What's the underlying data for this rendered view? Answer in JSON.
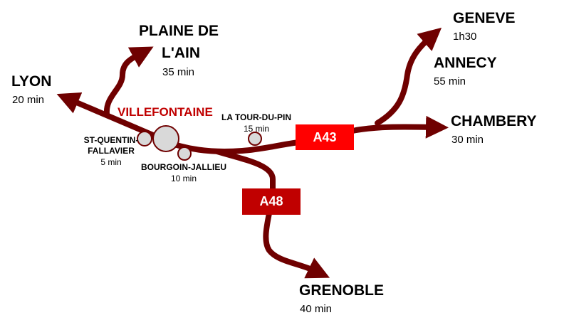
{
  "colors": {
    "road": "#6f0000",
    "a43": "#ff0000",
    "a48": "#c00000",
    "town": "#d9d9d9",
    "hub_label": "#c00000"
  },
  "destinations": {
    "lyon": {
      "name": "LYON",
      "time": "20 min"
    },
    "plaine": {
      "name_line1": "PLAINE DE",
      "name_line2": "L'AIN",
      "time": "35 min"
    },
    "geneve": {
      "name": "GENEVE",
      "time": "1h30"
    },
    "annecy": {
      "name": "ANNECY",
      "time": "55 min"
    },
    "chambery": {
      "name": "CHAMBERY",
      "time": "30 min"
    },
    "grenoble": {
      "name": "GRENOBLE",
      "time": "40 min"
    }
  },
  "hub": {
    "name": "VILLEFONTAINE"
  },
  "towns": {
    "stquentin": {
      "name_line1": "ST-QUENTIN-",
      "name_line2": "FALLAVIER",
      "time": "5 min"
    },
    "bourgoin": {
      "name": "BOURGOIN-JALLIEU",
      "time": "10 min"
    },
    "latour": {
      "name": "LA TOUR-DU-PIN",
      "time": "15 min"
    }
  },
  "motorways": {
    "a43": "A43",
    "a48": "A48"
  }
}
